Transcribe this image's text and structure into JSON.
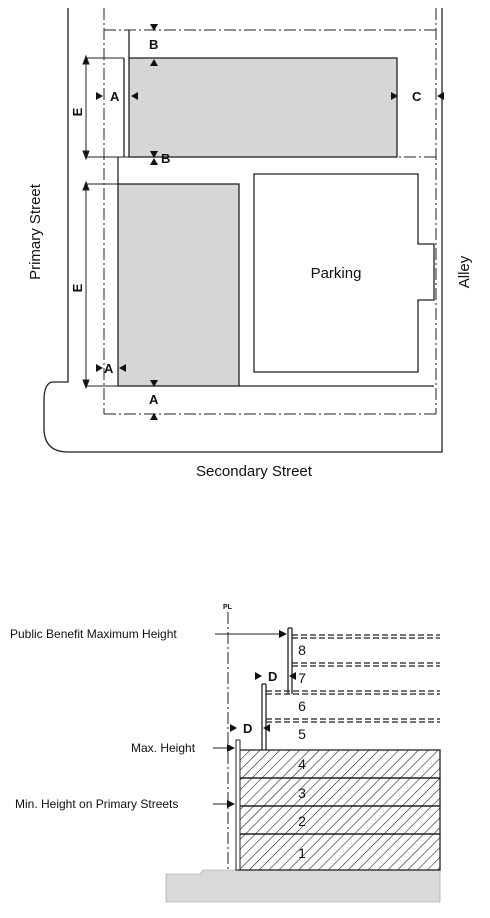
{
  "site_plan": {
    "primary_street": "Primary Street",
    "secondary_street": "Secondary Street",
    "alley": "Alley",
    "parking": "Parking",
    "dim_labels": {
      "a_top": "A",
      "a_mid": "A",
      "a_bottom": "A",
      "b_top": "B",
      "b_mid": "B",
      "c": "C",
      "e_top": "E",
      "e_bottom": "E"
    }
  },
  "section": {
    "pl_label": "PL",
    "public_benefit_max_height": "Public Benefit Maximum Height",
    "max_height": "Max. Height",
    "min_height_primary": "Min. Height on Primary Streets",
    "d_upper": "D",
    "d_lower": "D",
    "floors": [
      "1",
      "2",
      "3",
      "4",
      "5",
      "6",
      "7",
      "8"
    ]
  }
}
